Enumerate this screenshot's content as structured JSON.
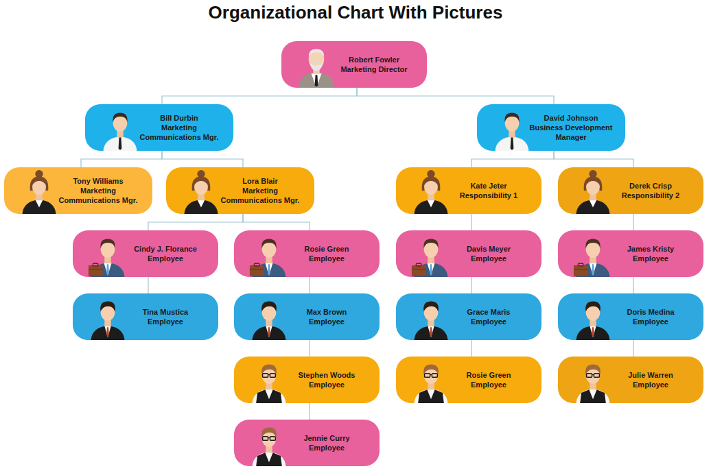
{
  "diagram": {
    "title": "Organizational Chart With Pictures",
    "nodes": [
      {
        "text": [
          "Robert Fowler",
          "Marketing Director"
        ]
      },
      {
        "text": [
          "Bill Durbin",
          "Marketing Communications Mgr."
        ]
      },
      {
        "text": [
          "David Johnson",
          "Business Development Manager"
        ]
      },
      {
        "text": [
          "Tony Williams",
          "Marketing Communications Mgr."
        ]
      },
      {
        "text": [
          "Lora Blair",
          "Marketing Communications Mgr."
        ]
      },
      {
        "text": [
          "Kate Jeter",
          "Responsibility 1"
        ]
      },
      {
        "text": [
          "Derek Crisp",
          "Responsibility 2"
        ]
      },
      {
        "text": [
          "Cindy J. Florance",
          "Employee"
        ]
      },
      {
        "text": [
          "Rosie Green",
          "Employee"
        ]
      },
      {
        "text": [
          "Davis Meyer",
          "Employee"
        ]
      },
      {
        "text": [
          "James Kristy",
          "Employee"
        ]
      },
      {
        "text": [
          "Tina Mustica",
          "Employee"
        ]
      },
      {
        "text": [
          "Max Brown",
          "Employee"
        ]
      },
      {
        "text": [
          "Grace Maris",
          "Employee"
        ]
      },
      {
        "text": [
          "Doris Medina",
          "Employee"
        ]
      },
      {
        "text": [
          "Stephen Woods",
          "Employee"
        ]
      },
      {
        "text": [
          "Rosie Green",
          "Employee"
        ]
      },
      {
        "text": [
          "Julie Warren",
          "Employee"
        ]
      },
      {
        "text": [
          "Jennie Curry",
          "Employee"
        ]
      }
    ],
    "edges": [
      {
        "from": 0,
        "to": 1,
        "arrow": "none"
      },
      {
        "from": 0,
        "to": 2,
        "arrow": "none"
      },
      {
        "from": 1,
        "to": 3,
        "arrow": "none"
      },
      {
        "from": 1,
        "to": 4,
        "arrow": "none"
      },
      {
        "from": 2,
        "to": 5,
        "arrow": "none"
      },
      {
        "from": 2,
        "to": 6,
        "arrow": "none"
      },
      {
        "from": 4,
        "to": 7,
        "arrow": "none"
      },
      {
        "from": 4,
        "to": 8,
        "arrow": "none"
      },
      {
        "from": 7,
        "to": 11,
        "arrow": "none"
      },
      {
        "from": 8,
        "to": 12,
        "arrow": "none"
      },
      {
        "from": 12,
        "to": 15,
        "arrow": "none"
      },
      {
        "from": 15,
        "to": 18,
        "arrow": "none"
      },
      {
        "from": 5,
        "to": 9,
        "arrow": "none"
      },
      {
        "from": 9,
        "to": 13,
        "arrow": "none"
      },
      {
        "from": 13,
        "to": 16,
        "arrow": "none"
      },
      {
        "from": 6,
        "to": 10,
        "arrow": "none"
      },
      {
        "from": 10,
        "to": 14,
        "arrow": "none"
      },
      {
        "from": 14,
        "to": 17,
        "arrow": "none"
      }
    ]
  }
}
